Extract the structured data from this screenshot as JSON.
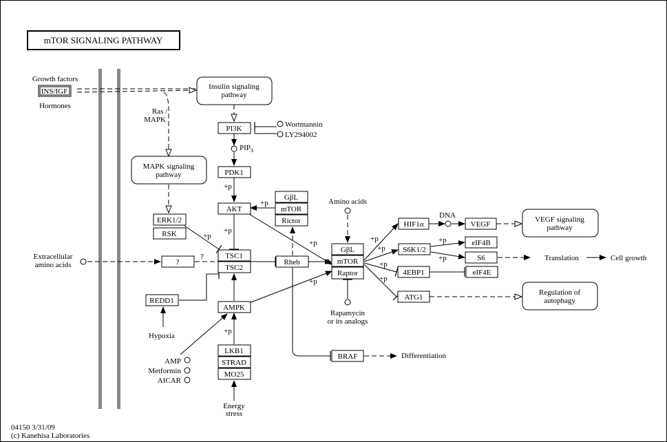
{
  "title": "mTOR SIGNALING PATHWAY",
  "footer": {
    "id": "04150 3/31/09",
    "copyright": "(c) Kanehisa Laboratories"
  },
  "genes": {
    "ins_igf": "INS/IGF",
    "pi3k": "PI3K",
    "pdk1": "PDK1",
    "akt": "AKT",
    "gbl_a": "GβL",
    "mtor_a": "mTOR",
    "rictor": "Rictor",
    "erk": "ERK1/2",
    "rsk": "RSK",
    "q": "?",
    "tsc1": "TSC1",
    "tsc2": "TSC2",
    "rheb": "Rheb",
    "gbl_b": "GβL",
    "mtor_b": "mTOR",
    "raptor": "Raptor",
    "redd1": "REDD1",
    "ampk": "AMPK",
    "lkb1": "LKB1",
    "strad": "STRAD",
    "mo25": "MO25",
    "hif1a": "HIF1α",
    "vegf": "VEGF",
    "s6k": "S6K1/2",
    "eif4b": "eIF4B",
    "s6": "S6",
    "ebp1": "4EBP1",
    "eif4e": "eIF4E",
    "atg1": "ATG1",
    "braf": "BRAF"
  },
  "pathways": {
    "insulin": [
      "Insulin signaling",
      "pathway"
    ],
    "mapk": [
      "MAPK signaling",
      "pathway"
    ],
    "vegf": [
      "VEGF signaling",
      "pathway"
    ],
    "autophagy": [
      "Regulation of",
      "autophagy"
    ]
  },
  "labels": {
    "growth_factors": "Growth factors",
    "hormones": "Hormones",
    "ras": "Ras /",
    "mapk_short": "MAPK",
    "wortmannin": "Wortmannin",
    "ly": "LY294002",
    "pip3": "PIP",
    "pip3_sub": "3",
    "amino_acids": "Amino acids",
    "extracellular": [
      "Extracellular",
      "amino acids"
    ],
    "hypoxia": "Hypoxia",
    "amp": "AMP",
    "metformin": "Metformin",
    "aicar": "AICAR",
    "energy_stress": [
      "Energy",
      "stress"
    ],
    "rapamycin": [
      "Rapamycin",
      "or its analogs"
    ],
    "dna": "DNA",
    "translation": "Translation",
    "cell_growth": "Cell growth",
    "differentiation": "Differentiation",
    "plus_p": "+p",
    "q": "?"
  },
  "colors": {
    "membrane": "#888888",
    "line": "#000000"
  }
}
